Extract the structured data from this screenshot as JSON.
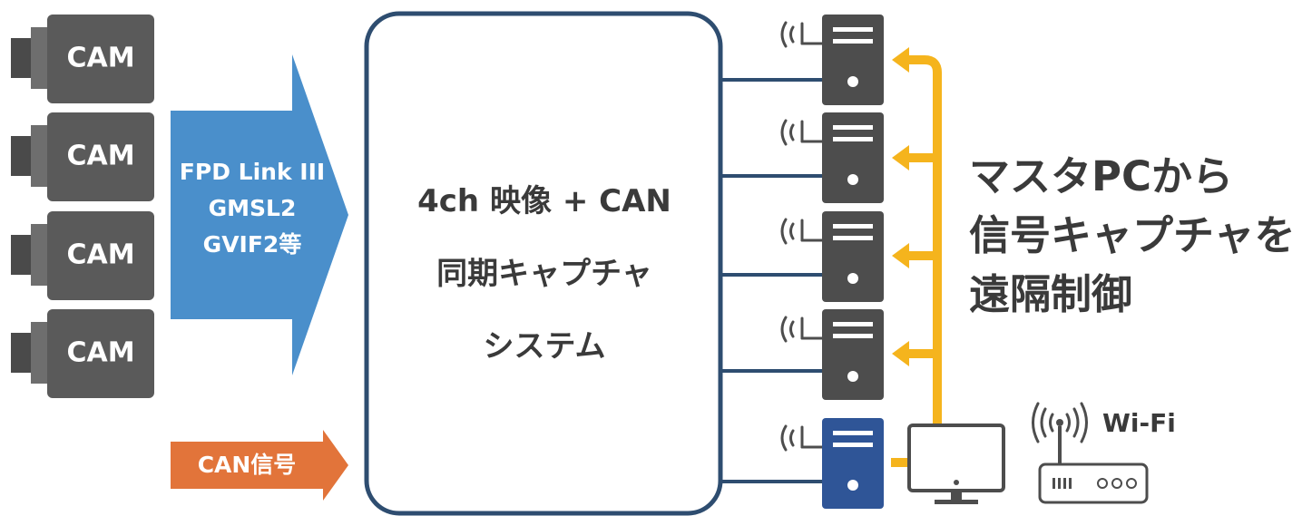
{
  "cameras": [
    {
      "label": "CAM"
    },
    {
      "label": "CAM"
    },
    {
      "label": "CAM"
    },
    {
      "label": "CAM"
    }
  ],
  "video_arrow": {
    "lines": [
      "FPD Link III",
      "GMSL2",
      "GVIF2等"
    ]
  },
  "can_arrow": {
    "label": "CAN信号"
  },
  "capture_system": {
    "lines": [
      "4ch 映像 + CAN",
      "同期キャプチャ",
      "システム"
    ]
  },
  "remote_control": {
    "lines": [
      "マスタPCから",
      "信号キャプチャを",
      "遠隔制御"
    ]
  },
  "wifi": {
    "label": "Wi-Fi"
  },
  "colors": {
    "camera": "#5a5a5a",
    "video_arrow": "#4a8fcb",
    "can_arrow": "#e2743a",
    "system_border": "#2e4d70",
    "capture_unit": "#4d4d4d",
    "master_unit": "#2f5597",
    "control_bus": "#f5b41d",
    "text_dark": "#3a3a3a"
  }
}
